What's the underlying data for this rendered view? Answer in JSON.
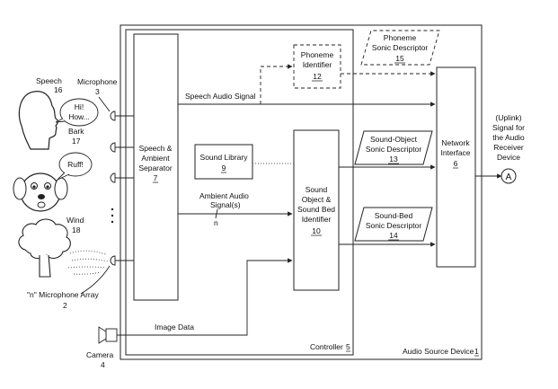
{
  "device": {
    "label": "Audio Source Device",
    "num": "1"
  },
  "controller": {
    "label": "Controller",
    "num": "5"
  },
  "separator": {
    "l1": "Speech &",
    "l2": "Ambient",
    "l3": "Separator",
    "num": "7"
  },
  "phoneme_identifier": {
    "l1": "Phoneme",
    "l2": "Identifier",
    "num": "12"
  },
  "sound_library": {
    "l1": "Sound Library",
    "num": "9"
  },
  "sound_object_identifier": {
    "l1": "Sound",
    "l2": "Object &",
    "l3": "Sound Bed",
    "l4": "Identifier",
    "num": "10"
  },
  "network_interface": {
    "l1": "Network",
    "l2": "Interface",
    "num": "6"
  },
  "phoneme_descriptor": {
    "l1": "Phoneme",
    "l2": "Sonic Descriptor",
    "num": "15"
  },
  "sound_object_descriptor": {
    "l1": "Sound-Object",
    "l2": "Sonic Descriptor",
    "num": "13"
  },
  "sound_bed_descriptor": {
    "l1": "Sound-Bed",
    "l2": "Sonic Descriptor",
    "num": "14"
  },
  "signals": {
    "speech_audio": "Speech Audio Signal",
    "ambient_l1": "Ambient Audio",
    "ambient_l2": "Signal(s)",
    "ambient_n": "n",
    "image_data": "Image Data"
  },
  "uplink": {
    "l1": "(Uplink)",
    "l2": "Signal for",
    "l3": "the Audio",
    "l4": "Receiver",
    "l5": "Device",
    "connector": "A"
  },
  "speech": {
    "label": "Speech",
    "num": "16",
    "bubble_l1": "Hi!",
    "bubble_l2": "How..."
  },
  "bark": {
    "label": "Bark",
    "num": "17",
    "bubble": "Ruff!"
  },
  "wind": {
    "label": "Wind",
    "num": "18"
  },
  "microphone": {
    "label": "Microphone",
    "num": "3"
  },
  "mic_array": {
    "label": "\"n\" Microphone Array",
    "num": "2"
  },
  "camera": {
    "label": "Camera",
    "num": "4"
  }
}
